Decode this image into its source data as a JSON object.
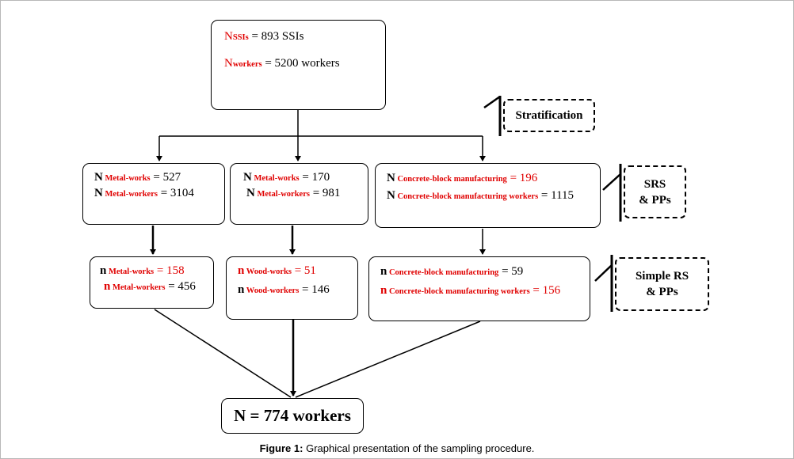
{
  "top_box": {
    "line1": {
      "sym": "N",
      "sub": "SSIs",
      "rest": " = 893 SSIs"
    },
    "line2": {
      "sym": "N",
      "sub": "workers",
      "rest": " = 5200 workers"
    }
  },
  "stratification_label": "Stratification",
  "strata": [
    {
      "line1": {
        "sym": "N",
        "sub": " Metal-works",
        "rest": " = 527"
      },
      "line2": {
        "sym": "N",
        "sub": " Metal-workers",
        "rest": " = 3104"
      }
    },
    {
      "line1": {
        "sym": "N",
        "sub": " Metal-works",
        "rest": " = 170"
      },
      "line2": {
        "sym": "N",
        "sub": " Metal-workers",
        "rest": " = 981"
      }
    },
    {
      "line1": {
        "sym": "N",
        "sub": " Concrete-block manufacturing",
        "rest": " = 196"
      },
      "line2": {
        "sym": "N",
        "sub": " Concrete-block manufacturing workers",
        "rest": " = 1115"
      }
    }
  ],
  "srs_label": {
    "line1": "SRS",
    "line2": "& PPs"
  },
  "samples": [
    {
      "line1": {
        "sym": "n",
        "sub": " Metal-works",
        "rest": " = 158"
      },
      "line2": {
        "sym": "n",
        "sub": " Metal-workers",
        "rest": " = 456"
      }
    },
    {
      "line1": {
        "sym": "n",
        "sub": " Wood-works",
        "rest": " = 51"
      },
      "line2": {
        "sym": "n",
        "sub": " Wood-workers",
        "rest": " = 146"
      }
    },
    {
      "line1": {
        "sym": "n",
        "sub": " Concrete-block manufacturing",
        "rest": " = 59"
      },
      "line2": {
        "sym": "n",
        "sub": " Concrete-block manufacturing workers",
        "rest": " = 156"
      }
    }
  ],
  "simple_rs_label": {
    "line1": "Simple  RS",
    "line2": "& PPs"
  },
  "final_box": "N = 774 workers",
  "caption": {
    "bold": "Figure 1:",
    "text": " Graphical presentation of the sampling procedure."
  },
  "colors": {
    "highlight": "#e00000",
    "text": "#000000"
  }
}
